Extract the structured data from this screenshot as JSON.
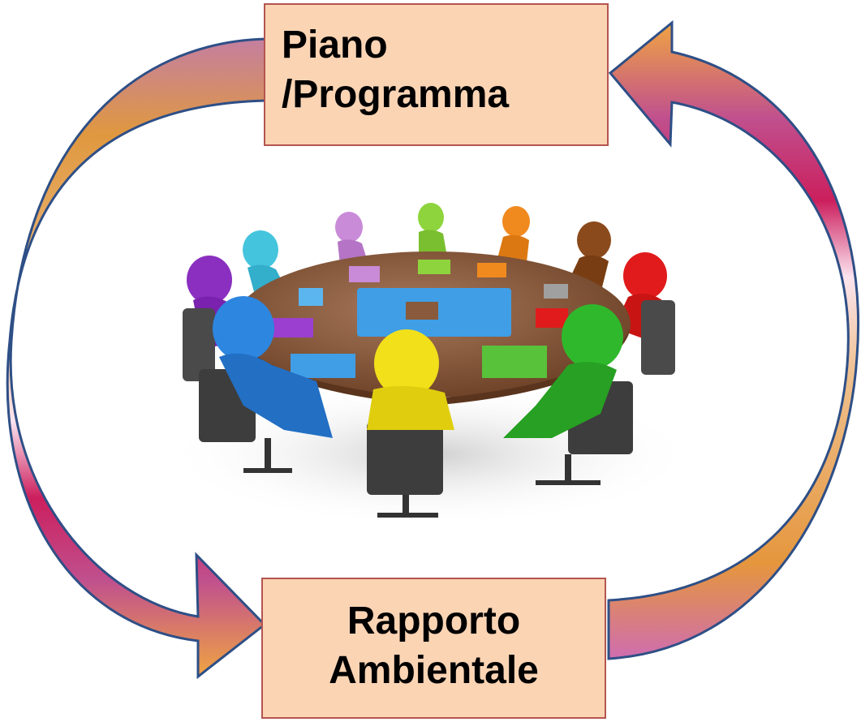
{
  "diagram": {
    "top_box": {
      "line1": "Piano",
      "line2": "/Programma"
    },
    "bottom_box": {
      "line1": "Rapporto",
      "line2": "Ambientale"
    },
    "center_image": {
      "description_icon": "meeting-round-table-puzzle-illustration",
      "people_colors": [
        "#8a2fbf",
        "#44c4dd",
        "#c98bd8",
        "#8ed43d",
        "#f08a1e",
        "#8b4a1c",
        "#e11b1b",
        "#2d86e0",
        "#f2e01a",
        "#30b82c"
      ],
      "puzzle_color": "#3f9ee6",
      "table_color": "#8a5a3c"
    },
    "colors": {
      "box_fill": "#fbd4b4",
      "box_border": "#b4554f",
      "arrow_outline": "#2e4f86",
      "arrow_gradient": [
        "#f2a03a",
        "#c54a8a",
        "#d0105a"
      ]
    }
  }
}
